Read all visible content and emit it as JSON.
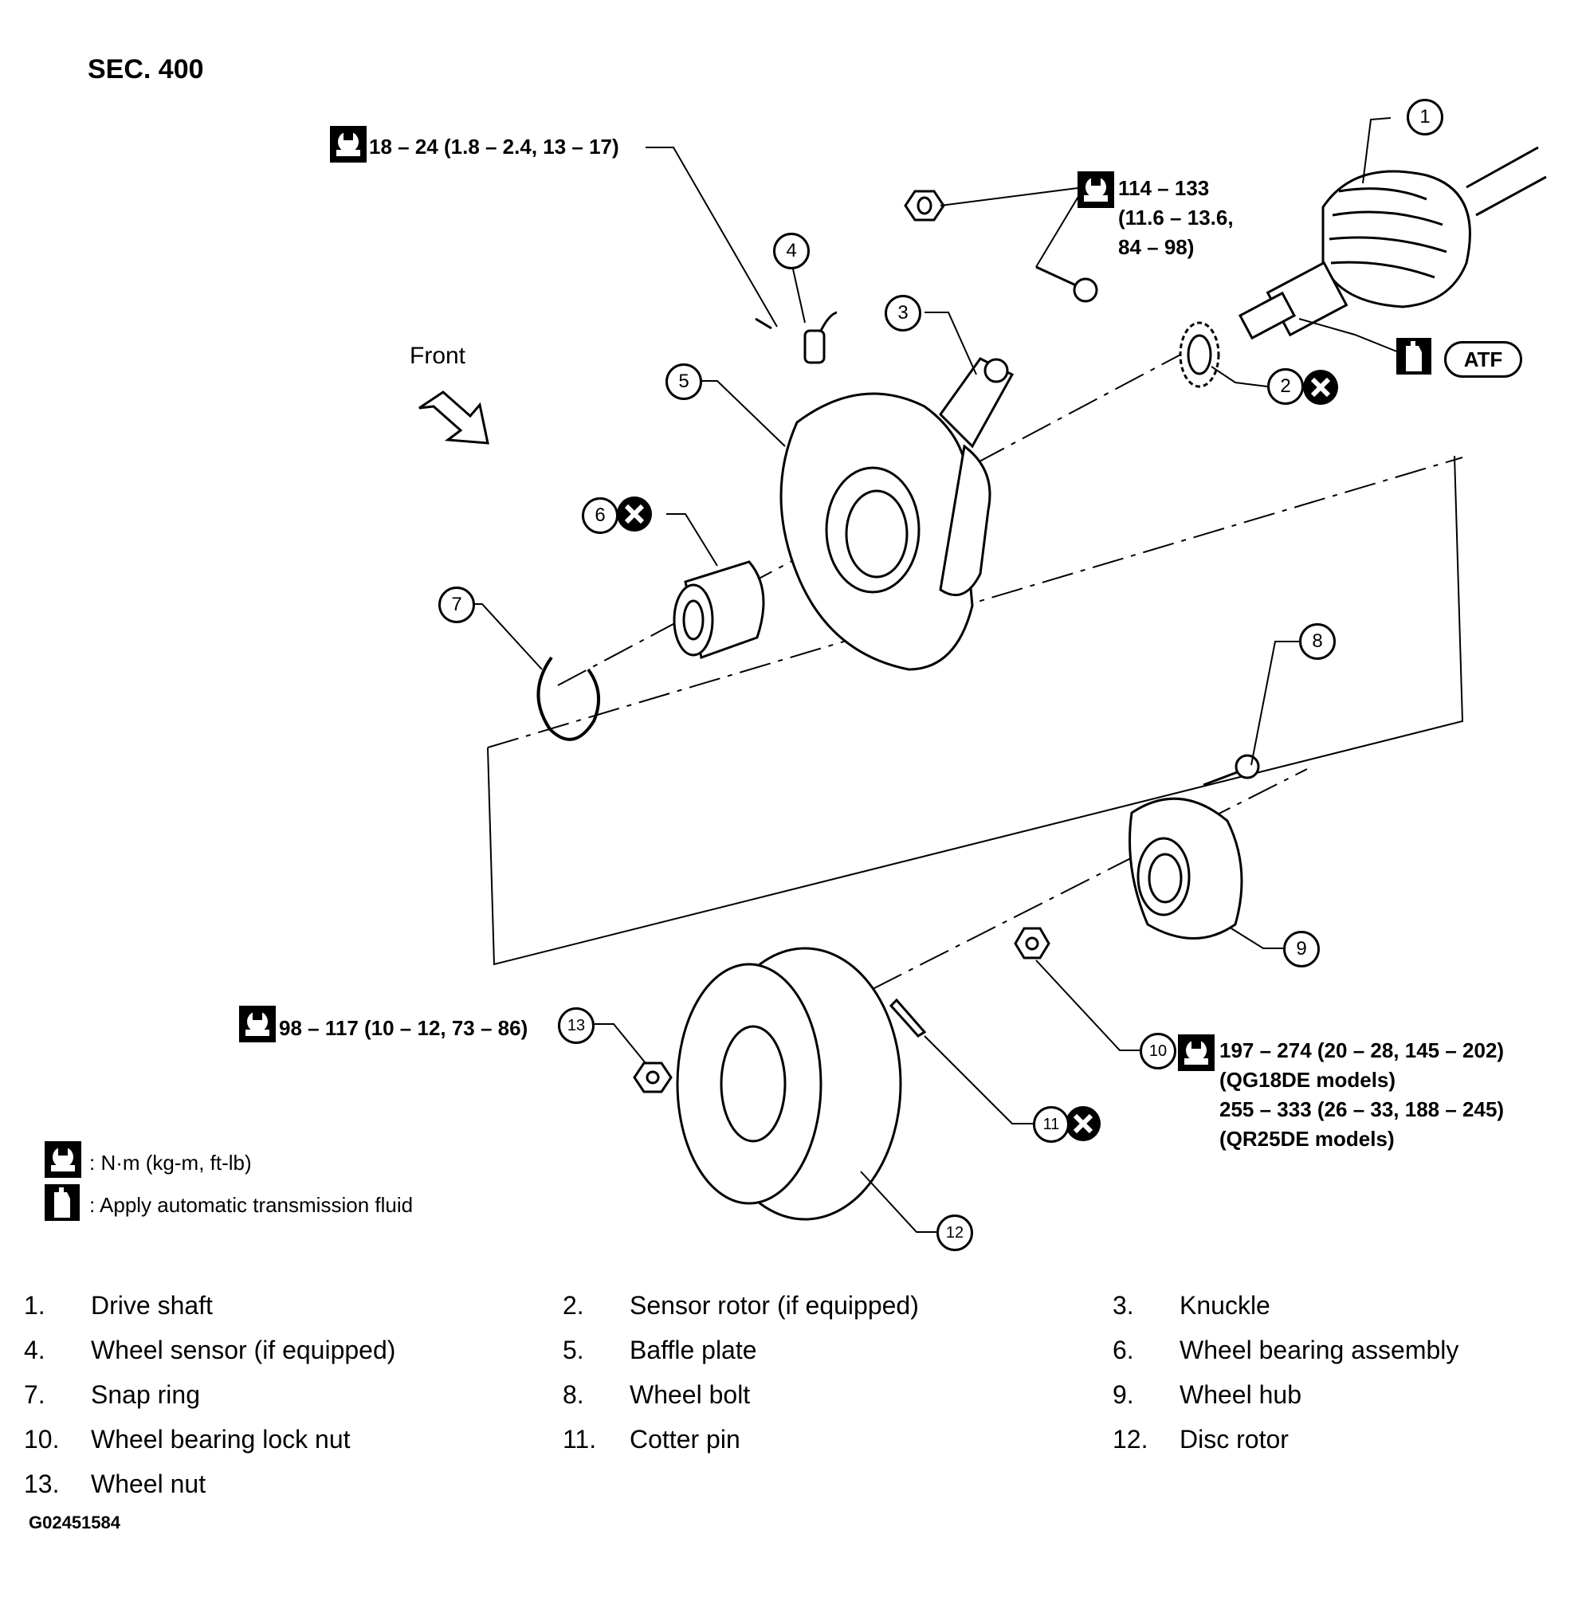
{
  "section": "SEC. 400",
  "front_label": "Front",
  "atf_label": "ATF",
  "torque": {
    "t1": "18 – 24 (1.8 – 2.4, 13 – 17)",
    "t2": [
      "114 – 133",
      "(11.6 – 13.6,",
      "84 – 98)"
    ],
    "t3": "98 – 117 (10 – 12, 73 – 86)",
    "t4": [
      "197 – 274 (20 – 28, 145 – 202)",
      "(QG18DE models)",
      "255 – 333 (26 – 33, 188 – 245)",
      "(QR25DE models)"
    ]
  },
  "legend": {
    "torque_unit": ": N·m (kg-m, ft-lb)",
    "fluid": ": Apply automatic transmission fluid"
  },
  "callouts": [
    "1",
    "2",
    "3",
    "4",
    "5",
    "6",
    "7",
    "8",
    "9",
    "10",
    "11",
    "12",
    "13"
  ],
  "parts": [
    {
      "num": "1.",
      "name": "Drive shaft"
    },
    {
      "num": "2.",
      "name": "Sensor rotor (if equipped)"
    },
    {
      "num": "3.",
      "name": "Knuckle"
    },
    {
      "num": "4.",
      "name": "Wheel sensor (if equipped)"
    },
    {
      "num": "5.",
      "name": "Baffle plate"
    },
    {
      "num": "6.",
      "name": "Wheel bearing assembly"
    },
    {
      "num": "7.",
      "name": "Snap ring"
    },
    {
      "num": "8.",
      "name": "Wheel bolt"
    },
    {
      "num": "9.",
      "name": "Wheel hub"
    },
    {
      "num": "10.",
      "name": "Wheel bearing lock nut"
    },
    {
      "num": "11.",
      "name": "Cotter pin"
    },
    {
      "num": "12.",
      "name": "Disc rotor"
    },
    {
      "num": "13.",
      "name": "Wheel nut"
    }
  ],
  "figure_code": "G02451584"
}
